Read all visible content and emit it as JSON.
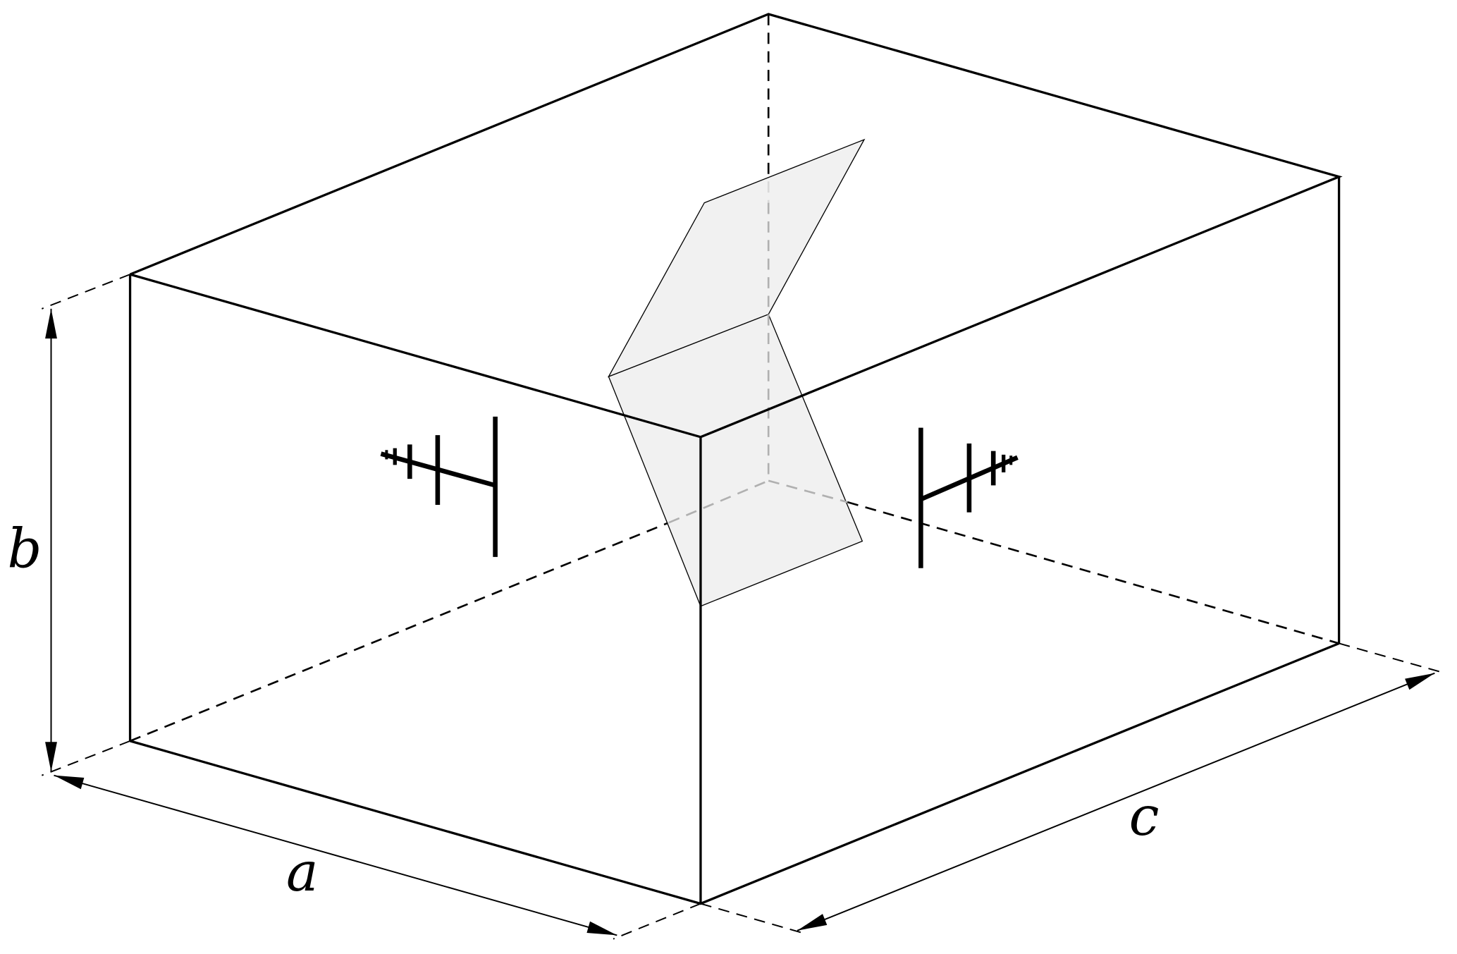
{
  "diagram": {
    "dimension_labels": {
      "a": "a",
      "b": "b",
      "c": "c"
    },
    "colors": {
      "stroke": "#000000",
      "hidden_inner": "#b0b0b0",
      "panel_fill": "#efefef"
    }
  }
}
